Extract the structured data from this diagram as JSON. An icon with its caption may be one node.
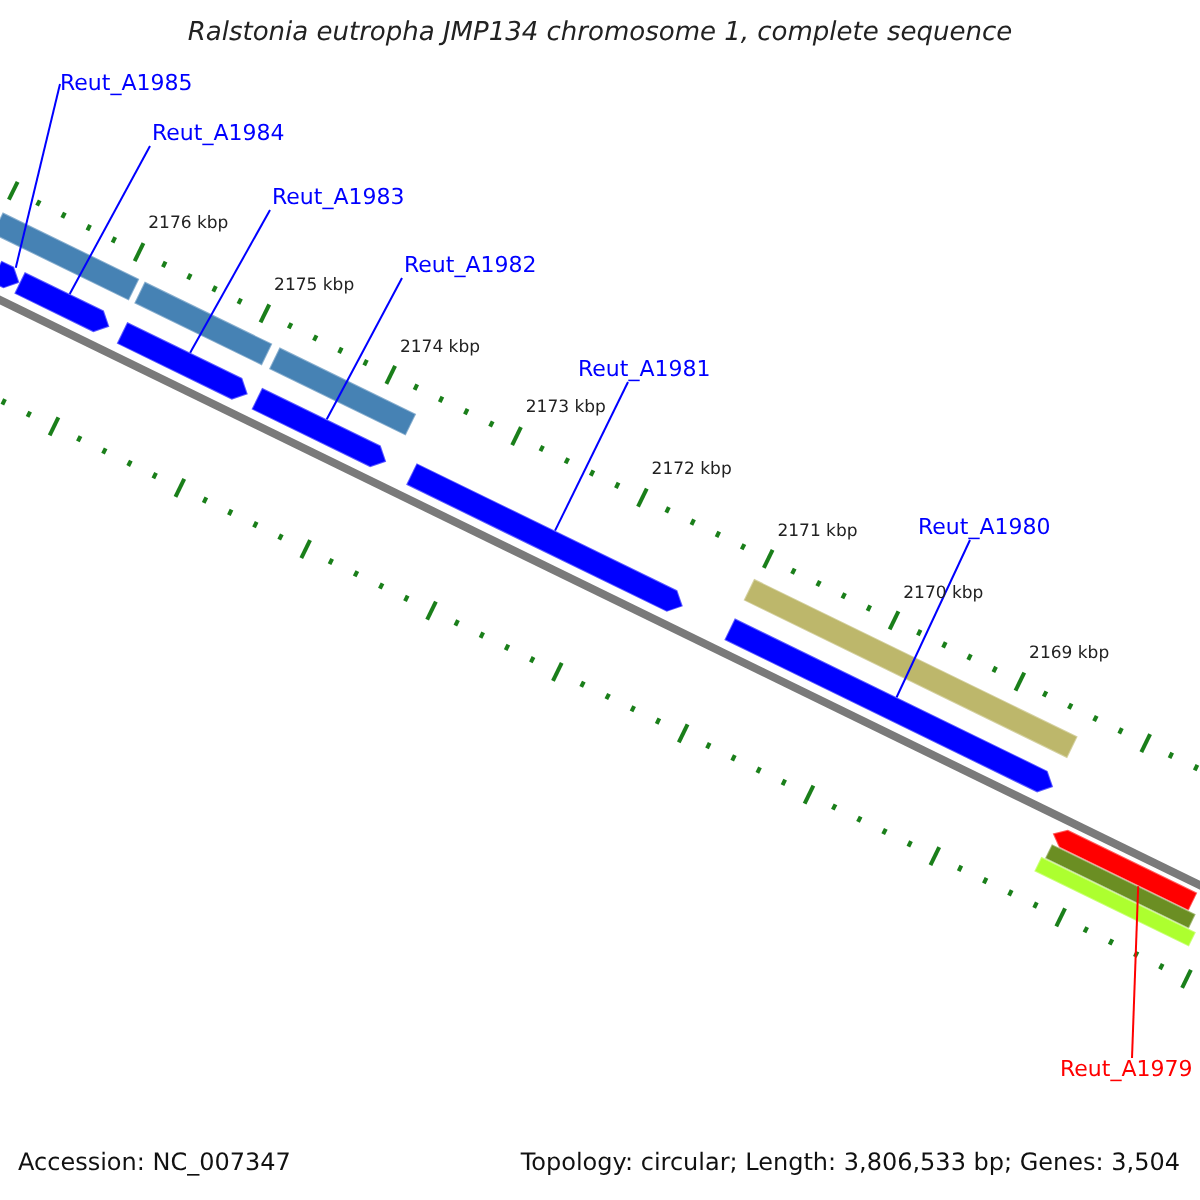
{
  "diagram": {
    "title": "Ralstonia eutropha JMP134 chromosome 1, complete sequence",
    "nodes": [
      {
        "text": [
          "Reut_A1985"
        ]
      },
      {
        "text": [
          "Reut_A1984"
        ]
      },
      {
        "text": [
          "Reut_A1983"
        ]
      },
      {
        "text": [
          "Reut_A1982"
        ]
      },
      {
        "text": [
          "Reut_A1981"
        ]
      },
      {
        "text": [
          "Reut_A1980"
        ]
      },
      {
        "text": [
          "Reut_A1979"
        ]
      },
      {
        "text": [],
        "shape": "arrow"
      },
      {
        "text": [],
        "shape": "arrow"
      },
      {
        "text": [],
        "shape": "arrow"
      },
      {
        "text": [],
        "shape": "arrow"
      },
      {
        "text": [],
        "shape": "arrow"
      },
      {
        "text": [],
        "shape": "arrow"
      },
      {
        "text": [],
        "shape": "arrow"
      },
      {
        "text": [],
        "shape": "bar"
      },
      {
        "text": [],
        "shape": "bar"
      },
      {
        "text": [],
        "shape": "bar"
      },
      {
        "text": [],
        "shape": "bar"
      },
      {
        "text": [],
        "shape": "bar"
      },
      {
        "text": [],
        "shape": "bar"
      }
    ],
    "edges": [
      {
        "from": 0,
        "to": 7,
        "arrow": "none"
      },
      {
        "from": 1,
        "to": 8,
        "arrow": "none"
      },
      {
        "from": 2,
        "to": 9,
        "arrow": "none"
      },
      {
        "from": 3,
        "to": 10,
        "arrow": "none"
      },
      {
        "from": 4,
        "to": 11,
        "arrow": "none"
      },
      {
        "from": 5,
        "to": 12,
        "arrow": "none"
      },
      {
        "from": 6,
        "to": 13,
        "arrow": "none",
        "color": "#ff0000"
      }
    ],
    "labels": [
      "2176 kbp",
      "2175 kbp",
      "2174 kbp",
      "2173 kbp",
      "2172 kbp",
      "2171 kbp",
      "2170 kbp",
      "2169 kbp",
      "Accession: NC_007347",
      "Topology: circular; Length: 3,806,533 bp; Genes: 3,504"
    ]
  }
}
